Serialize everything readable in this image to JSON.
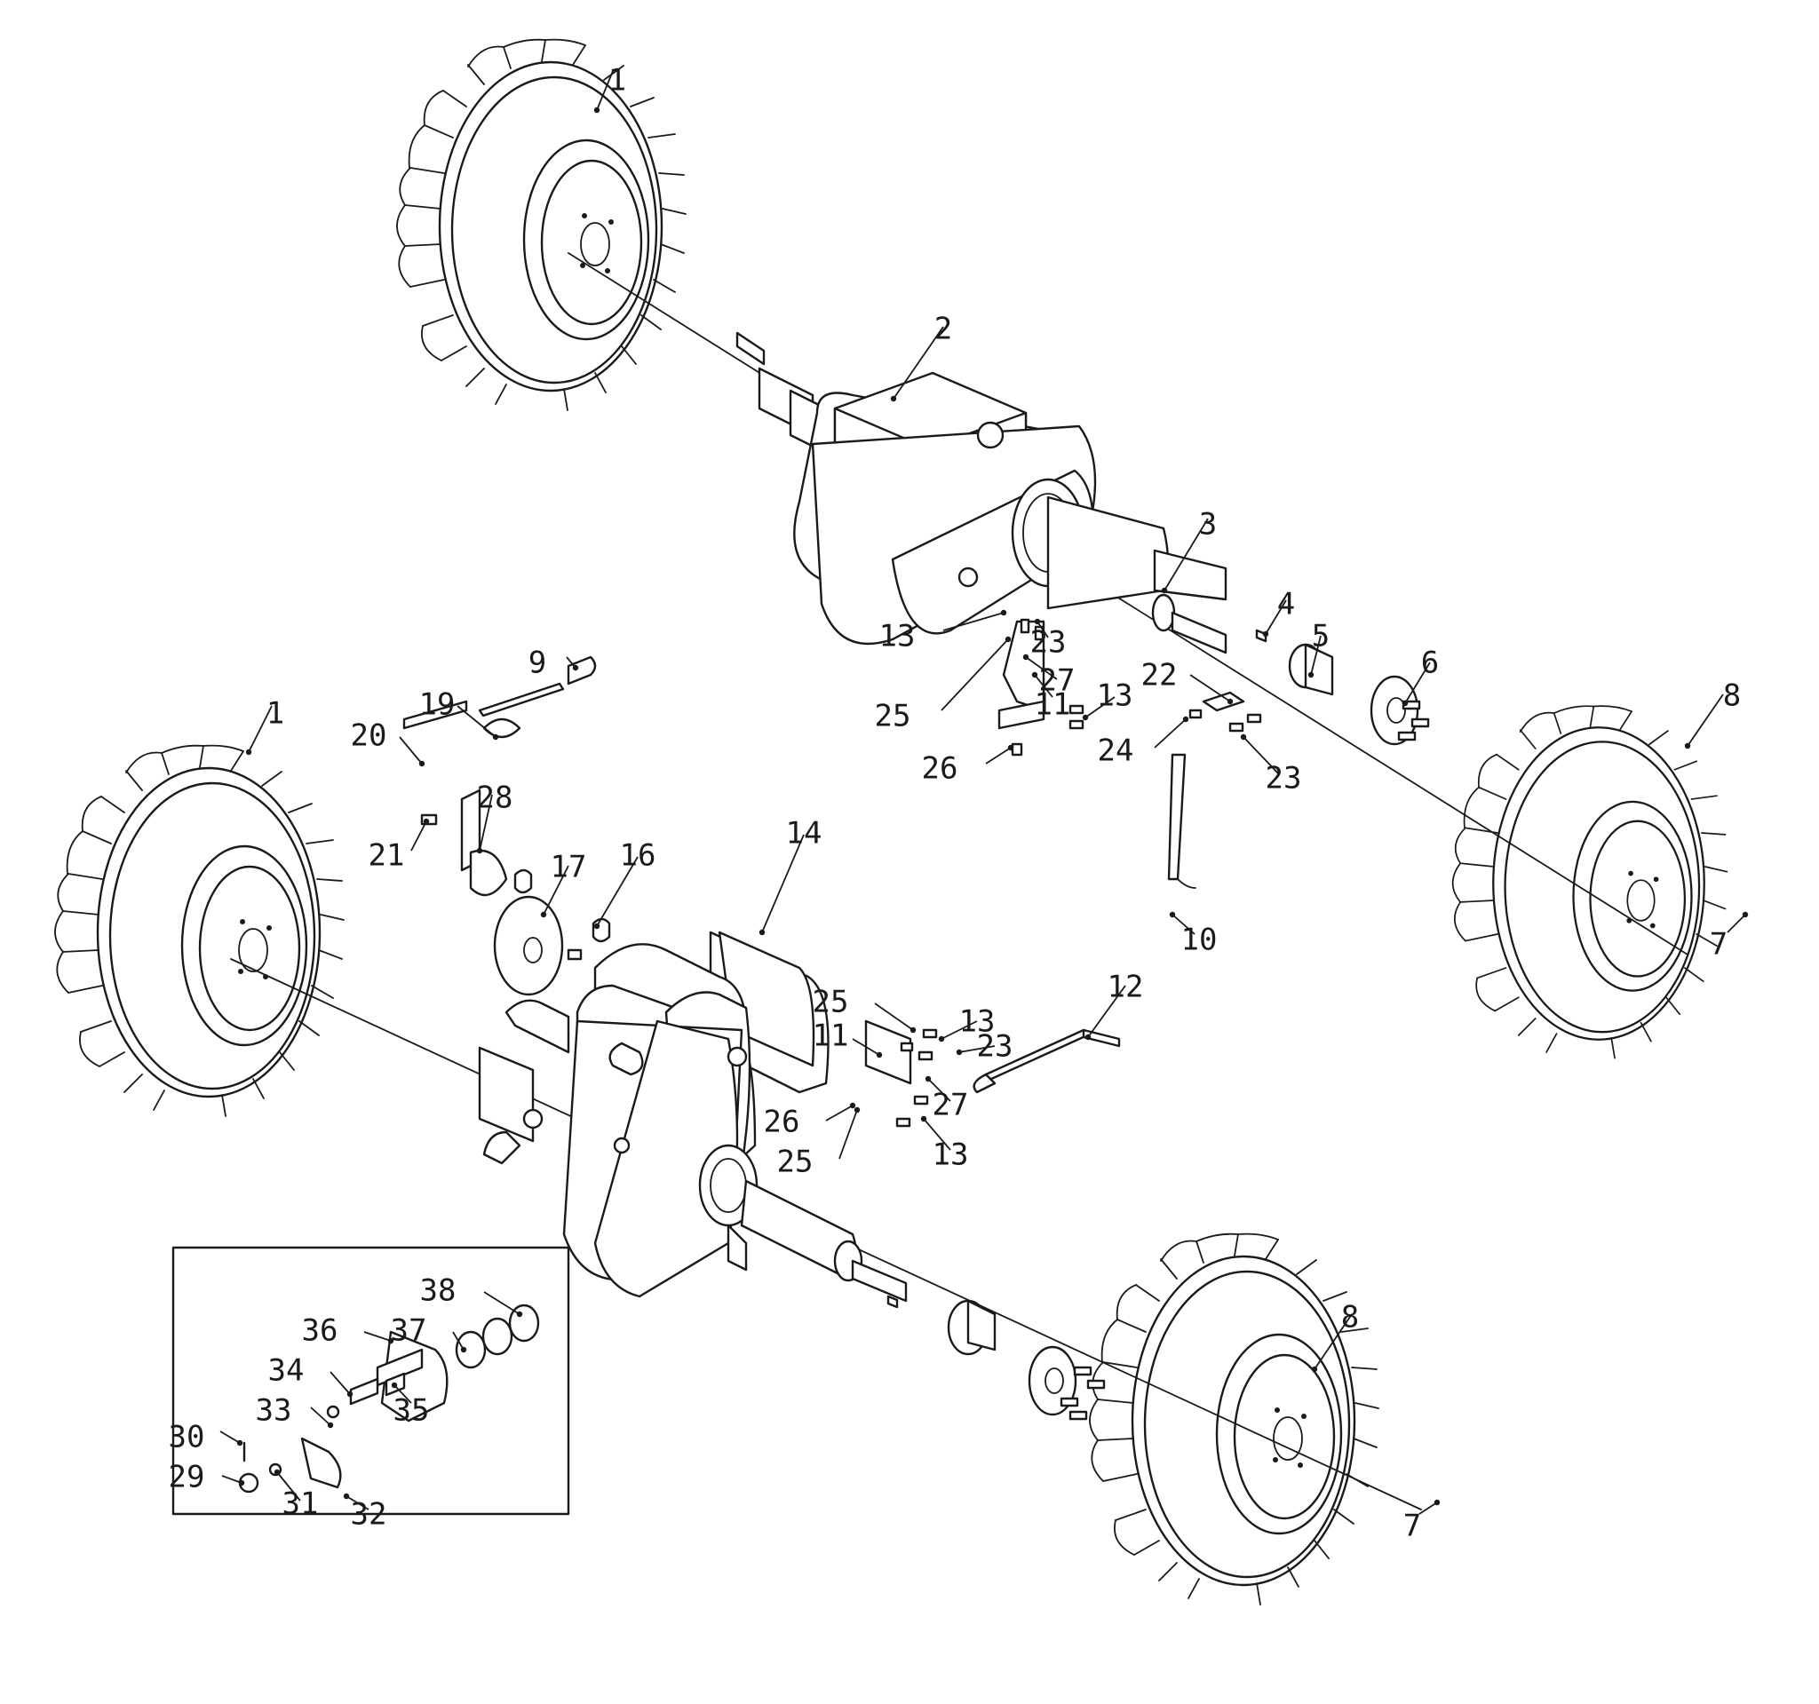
{
  "diagram": {
    "type": "exploded-parts-diagram",
    "callouts": {
      "c1a": "1",
      "c1b": "1",
      "c2": "2",
      "c3": "3",
      "c4": "4",
      "c5": "5",
      "c6": "6",
      "c7a": "7",
      "c7b": "7",
      "c8a": "8",
      "c8b": "8",
      "c9": "9",
      "c10": "10",
      "c11a": "11",
      "c11b": "11",
      "c12": "12",
      "c13a": "13",
      "c13b": "13",
      "c13c": "13",
      "c13d": "13",
      "c14": "14",
      "c16": "16",
      "c17": "17",
      "c19": "19",
      "c20": "20",
      "c21": "21",
      "c22": "22",
      "c23a": "23",
      "c23b": "23",
      "c23c": "23",
      "c24": "24",
      "c25a": "25",
      "c25b": "25",
      "c25c": "25",
      "c26a": "26",
      "c26b": "26",
      "c27a": "27",
      "c27b": "27",
      "c28": "28",
      "c29": "29",
      "c30": "30",
      "c31": "31",
      "c32": "32",
      "c33": "33",
      "c34": "34",
      "c35": "35",
      "c36": "36",
      "c37": "37",
      "c38": "38"
    }
  }
}
